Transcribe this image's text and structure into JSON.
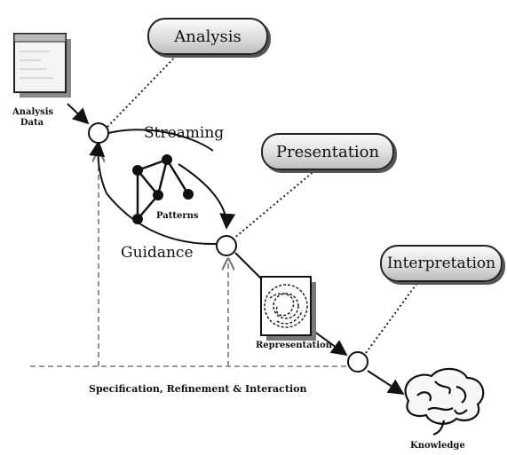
{
  "stages": {
    "analysis": "Analysis",
    "presentation": "Presentation",
    "interpretation": "Interpretation"
  },
  "labels": {
    "analysis_data": "Analysis Data",
    "streaming": "Streaming",
    "patterns": "Patterns",
    "guidance": "Guidance",
    "representation": "Representation",
    "specification": "Specification, Refinement & Interaction",
    "knowledge": "Knowledge"
  }
}
